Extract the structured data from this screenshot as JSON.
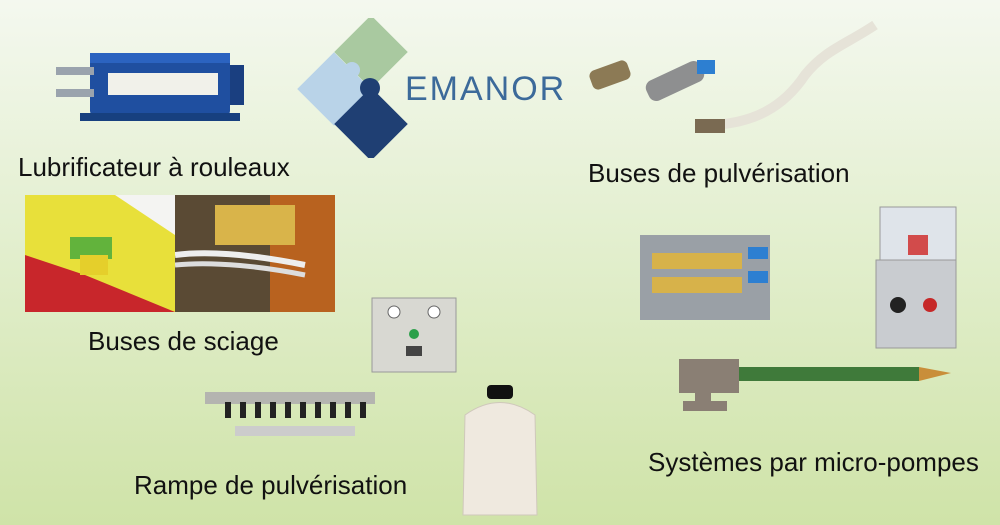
{
  "brand": {
    "name": "EMANOR",
    "colors": {
      "dark": "#1f3f73",
      "light": "#b9d3e8",
      "green": "#a9c9a0",
      "text": "#3c6a9a"
    }
  },
  "labels": {
    "roller": "Lubrificateur à rouleaux",
    "spray_nozzles": "Buses de pulvérisation",
    "saw_nozzles": "Buses de sciage",
    "spray_ramp": "Rampe de pulvérisation",
    "micro_pumps": "Systèmes par micro-pompes"
  }
}
